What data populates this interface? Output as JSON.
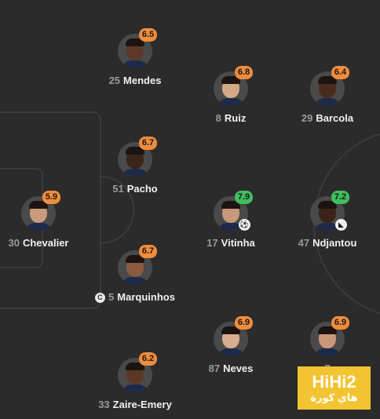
{
  "players": [
    {
      "id": "mendes",
      "number": "25",
      "name": "Mendes",
      "rating": "6.5",
      "rating_color": "orange",
      "skin": "#5a3a26"
    },
    {
      "id": "ruiz",
      "number": "8",
      "name": "Ruiz",
      "rating": "6.8",
      "rating_color": "orange",
      "skin": "#d3a987"
    },
    {
      "id": "barcola",
      "number": "29",
      "name": "Barcola",
      "rating": "6.4",
      "rating_color": "orange",
      "skin": "#4a2c1e"
    },
    {
      "id": "pacho",
      "number": "51",
      "name": "Pacho",
      "rating": "6.7",
      "rating_color": "orange",
      "skin": "#3b2419"
    },
    {
      "id": "chevalier",
      "number": "30",
      "name": "Chevalier",
      "rating": "5.9",
      "rating_color": "orange",
      "skin": "#c99a7c"
    },
    {
      "id": "vitinha",
      "number": "17",
      "name": "Vitinha",
      "rating": "7.9",
      "rating_color": "green",
      "skin": "#c7987a",
      "event": "football-icon"
    },
    {
      "id": "ndjantou",
      "number": "47",
      "name": "Ndjantou",
      "rating": "7.2",
      "rating_color": "green",
      "skin": "#3a2318",
      "event": "boot-icon"
    },
    {
      "id": "marquinhos",
      "number": "5",
      "name": "Marquinhos",
      "rating": "6.7",
      "rating_color": "orange",
      "skin": "#8a5a3e",
      "captain": "C"
    },
    {
      "id": "neves",
      "number": "87",
      "name": "Neves",
      "rating": "6.9",
      "rating_color": "orange",
      "skin": "#d7ad8d"
    },
    {
      "id": "hernandez",
      "number": "7",
      "name": "",
      "rating": "6.9",
      "rating_color": "orange",
      "skin": "#c99878"
    },
    {
      "id": "zaire-emery",
      "number": "33",
      "name": "Zaire-Emery",
      "rating": "6.2",
      "rating_color": "orange",
      "skin": "#5b3826"
    }
  ],
  "watermark": {
    "logo": "HiHi2",
    "sub": "هاي كورة"
  },
  "colors": {
    "background": "#2b2b2b",
    "pitch_lines": "#3b3b3b",
    "orange": "#f08c3c",
    "green": "#3fbf5f"
  }
}
